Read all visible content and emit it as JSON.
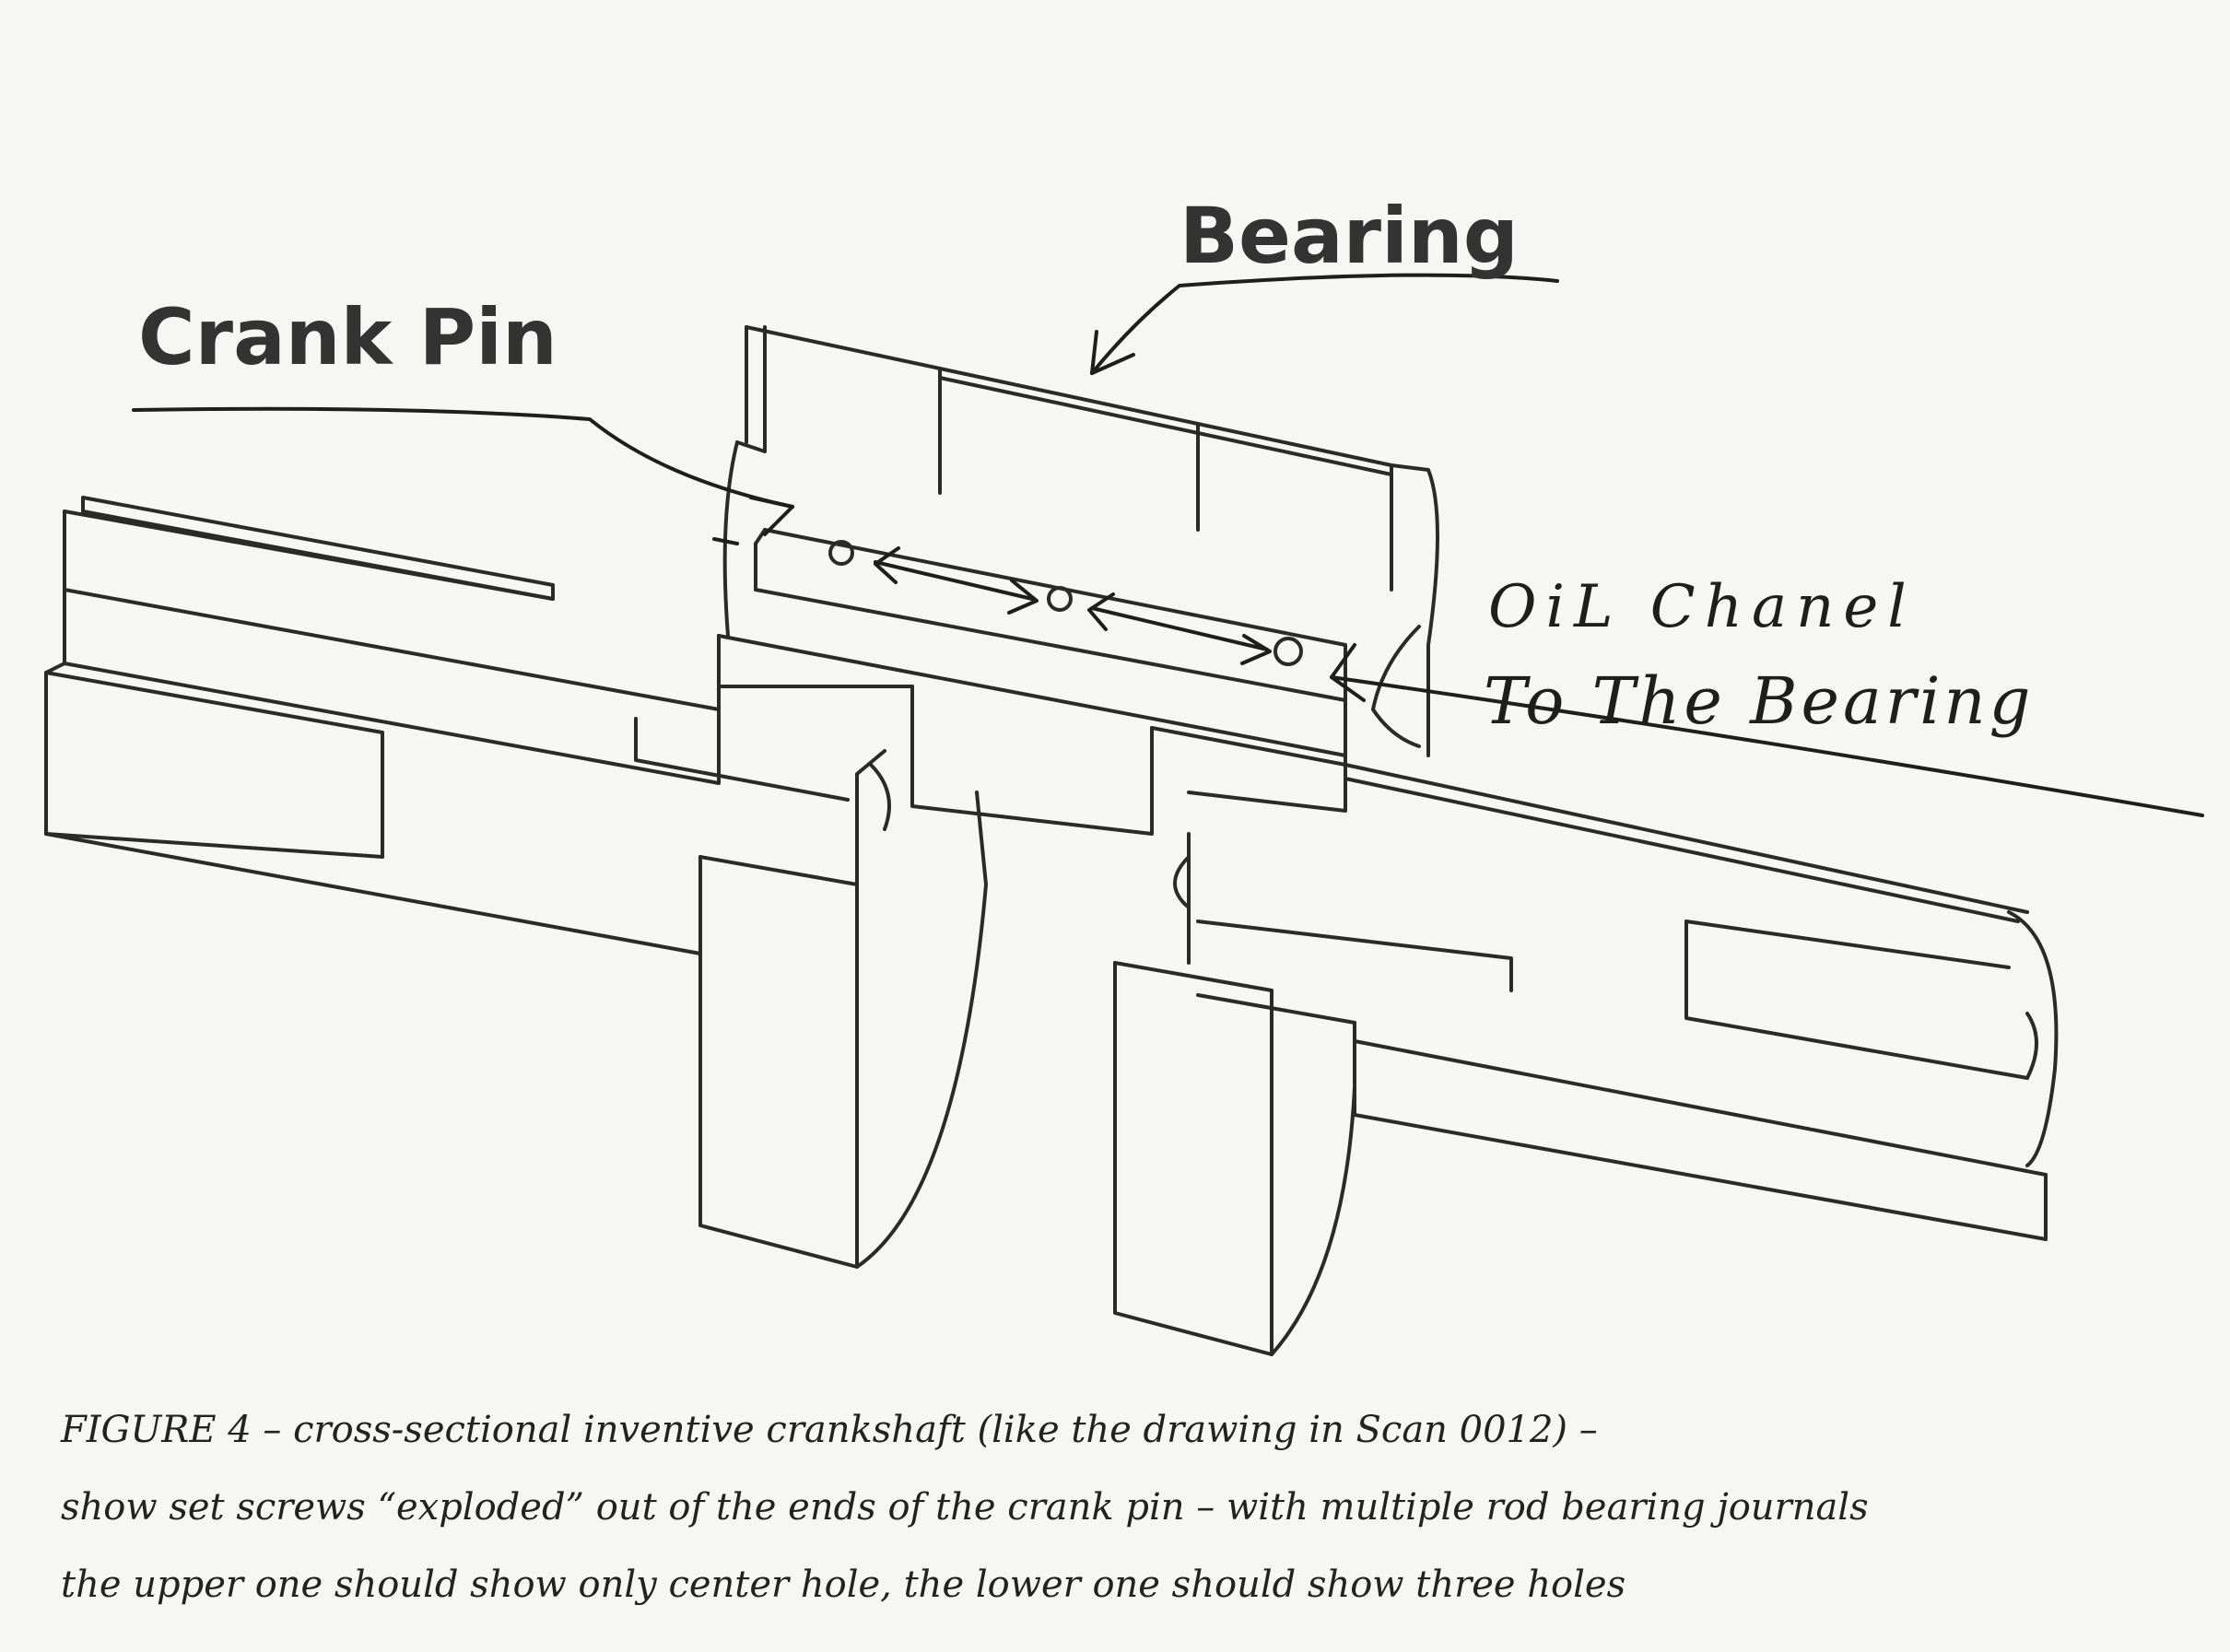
{
  "labels": {
    "bearing": "Bearing",
    "crank_pin": "Crank Pin",
    "oil_channel_line1": "OiL Chanel",
    "oil_channel_line2": "To The Bearing"
  },
  "caption": {
    "line1": "FIGURE 4 – cross-sectional inventive crankshaft (like the drawing in Scan 0012) –",
    "line2": "show set screws “exploded” out of the ends of the crank pin – with multiple rod bearing journals",
    "line3": "the upper one should show only center hole, the lower one should show three holes"
  }
}
